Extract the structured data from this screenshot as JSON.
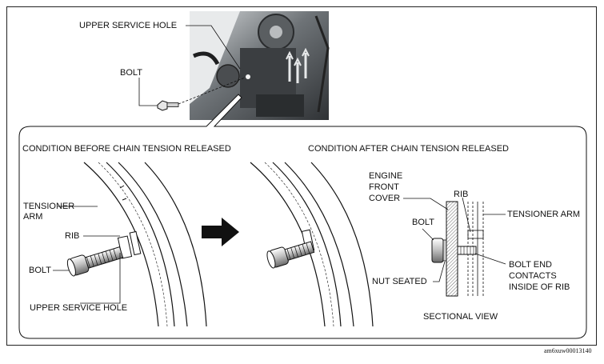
{
  "figure": {
    "top_labels": {
      "upper_service_hole": "UPPER SERVICE HOLE",
      "bolt": "BOLT"
    },
    "panel_before": {
      "title": "CONDITION BEFORE CHAIN TENSION RELEASED",
      "tensioner_arm": [
        "TENSIONER",
        "ARM"
      ],
      "rib": "RIB",
      "bolt": "BOLT",
      "upper_service_hole": "UPPER SERVICE HOLE"
    },
    "panel_after": {
      "title": "CONDITION AFTER CHAIN TENSION RELEASED",
      "engine_front_cover": [
        "ENGINE",
        "FRONT",
        "COVER"
      ],
      "rib": "RIB",
      "tensioner_arm": "TENSIONER ARM",
      "bolt": "BOLT",
      "nut_seated": "NUT SEATED",
      "bolt_end": [
        "BOLT END",
        "CONTACTS",
        "INSIDE OF RIB"
      ],
      "sectional_view": "SECTIONAL VIEW"
    },
    "reference_code": "am6xuw00013140",
    "colors": {
      "line": "#111111",
      "photo_dark": "#3a3d40",
      "photo_light": "#c9cdd0",
      "hatch": "#555555"
    }
  }
}
